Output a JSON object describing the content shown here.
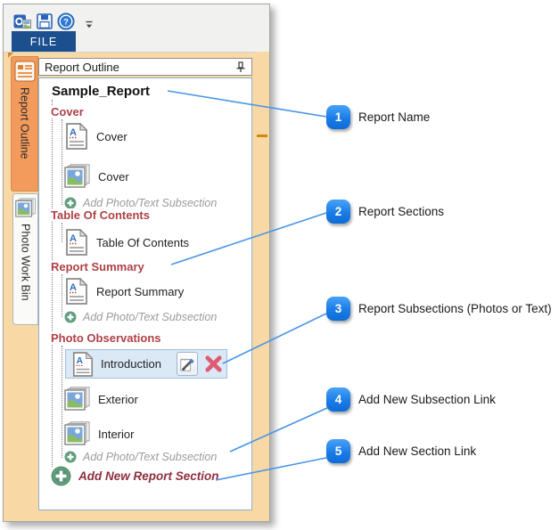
{
  "window": {
    "toolbar": {
      "icons": [
        "app-icon",
        "save-icon",
        "help-icon",
        "qat-dropdown-arrow"
      ],
      "file_tab_label": "FILE"
    },
    "side_tabs": [
      {
        "label": "Report Outline",
        "active": true,
        "icon": "report-outline-icon"
      },
      {
        "label": "Photo Work Bin",
        "active": false,
        "icon": "photo-stack-icon"
      }
    ],
    "panel": {
      "title": "Report Outline",
      "pin_icon": "pin-icon"
    }
  },
  "tree": {
    "report_name": "Sample_Report",
    "sections": [
      {
        "title": "Cover",
        "items": [
          {
            "type": "text",
            "label": "Cover"
          },
          {
            "type": "photo",
            "label": "Cover"
          }
        ],
        "add_link": "Add Photo/Text Subsection"
      },
      {
        "title": "Table Of Contents",
        "items": [
          {
            "type": "text",
            "label": "Table Of Contents"
          }
        ]
      },
      {
        "title": "Report Summary",
        "items": [
          {
            "type": "text",
            "label": "Report Summary"
          }
        ],
        "add_link": "Add Photo/Text Subsection"
      },
      {
        "title": "Photo Observations",
        "items": [
          {
            "type": "text",
            "label": "Introduction",
            "selected": true,
            "actions": [
              "edit-icon",
              "delete-icon"
            ]
          },
          {
            "type": "photo",
            "label": "Exterior"
          },
          {
            "type": "photo",
            "label": "Interior"
          }
        ],
        "add_link": "Add Photo/Text Subsection"
      }
    ],
    "add_section_link": "Add New Report Section"
  },
  "callouts": [
    {
      "n": "1",
      "label": "Report Name"
    },
    {
      "n": "2",
      "label": "Report Sections"
    },
    {
      "n": "3",
      "label": "Report Subsections (Photos or Text)"
    },
    {
      "n": "4",
      "label": "Add New Subsection Link"
    },
    {
      "n": "5",
      "label": "Add New Section Link"
    }
  ],
  "colors": {
    "file_tab_blue": "#1c4f8e",
    "frame_tan": "#f8d9a6",
    "active_tab_orange": "#f29b5c",
    "section_red": "#af4046",
    "add_section_maroon": "#8e2f3f",
    "muted_gray": "#9b9b9b",
    "selection_blue_bg": "#dbe8f6",
    "callout_blue": "#1b7ce8",
    "connector_blue": "#4a95e6",
    "plus_green": "#5f9e7d",
    "delete_rose": "#e05b72"
  }
}
